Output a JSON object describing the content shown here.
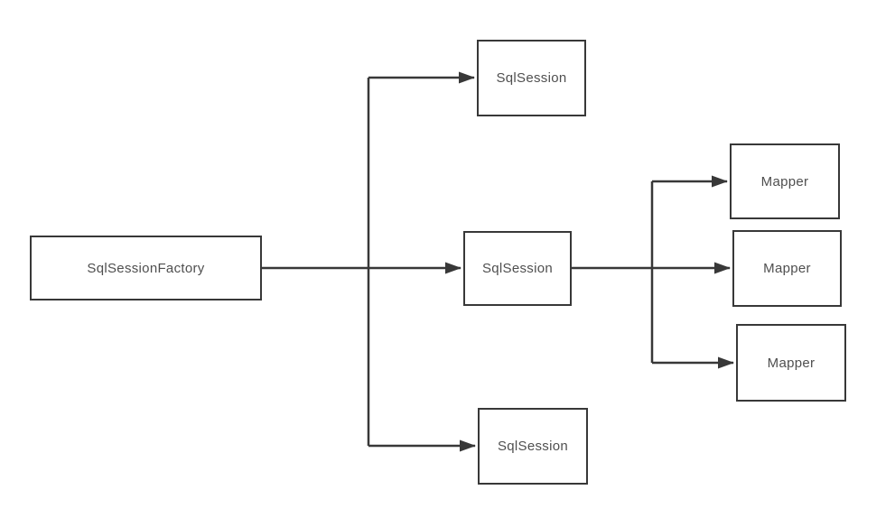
{
  "diagram": {
    "nodes": {
      "factory": {
        "label": "SqlSessionFactory"
      },
      "session_top": {
        "label": "SqlSession"
      },
      "session_middle": {
        "label": "SqlSession"
      },
      "session_bottom": {
        "label": "SqlSession"
      },
      "mapper_top": {
        "label": "Mapper"
      },
      "mapper_middle": {
        "label": "Mapper"
      },
      "mapper_bottom": {
        "label": "Mapper"
      }
    },
    "edges": [
      {
        "from": "SqlSessionFactory",
        "to": "SqlSession (top)",
        "style": "arrow"
      },
      {
        "from": "SqlSessionFactory",
        "to": "SqlSession (middle)",
        "style": "arrow"
      },
      {
        "from": "SqlSessionFactory",
        "to": "SqlSession (bottom)",
        "style": "arrow"
      },
      {
        "from": "SqlSession (middle)",
        "to": "Mapper (top)",
        "style": "arrow"
      },
      {
        "from": "SqlSession (middle)",
        "to": "Mapper (middle)",
        "style": "arrow"
      },
      {
        "from": "SqlSession (middle)",
        "to": "Mapper (bottom)",
        "style": "arrow"
      }
    ],
    "colors": {
      "background": "#ffffff",
      "line": "#383838",
      "node_border": "#383838",
      "node_fill": "#ffffff",
      "text": "#4f4f4f"
    }
  }
}
